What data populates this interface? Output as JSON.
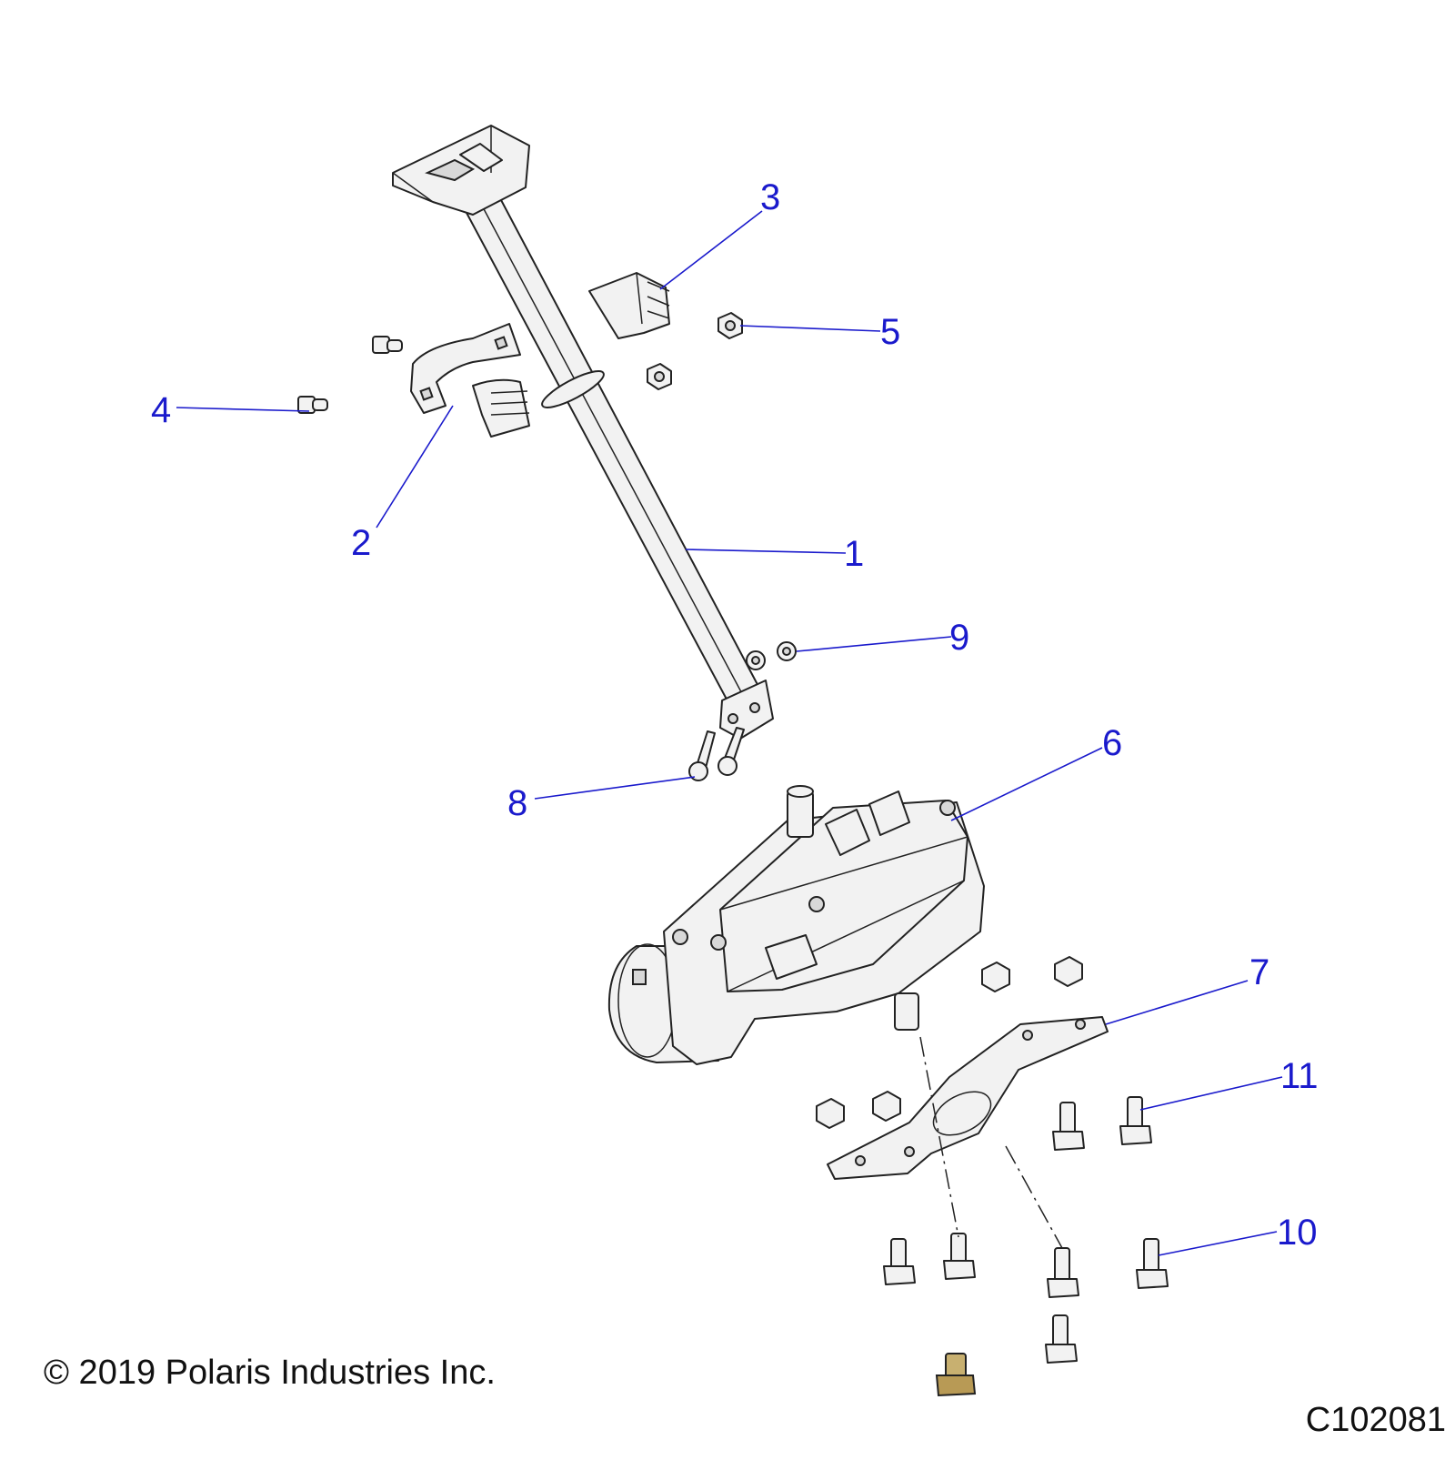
{
  "diagram": {
    "callouts": [
      {
        "id": "1",
        "label": "1"
      },
      {
        "id": "2",
        "label": "2"
      },
      {
        "id": "3",
        "label": "3"
      },
      {
        "id": "4",
        "label": "4"
      },
      {
        "id": "5",
        "label": "5"
      },
      {
        "id": "6",
        "label": "6"
      },
      {
        "id": "7",
        "label": "7"
      },
      {
        "id": "8",
        "label": "8"
      },
      {
        "id": "9",
        "label": "9"
      },
      {
        "id": "10",
        "label": "10"
      },
      {
        "id": "11",
        "label": "11"
      }
    ]
  },
  "footer": {
    "copyright": "© 2019 Polaris Industries Inc.",
    "drawing_id": "C102081"
  },
  "colors": {
    "callout": "#1a1acc",
    "line_art": "#222222",
    "part_fill": "#f2f2f2"
  }
}
